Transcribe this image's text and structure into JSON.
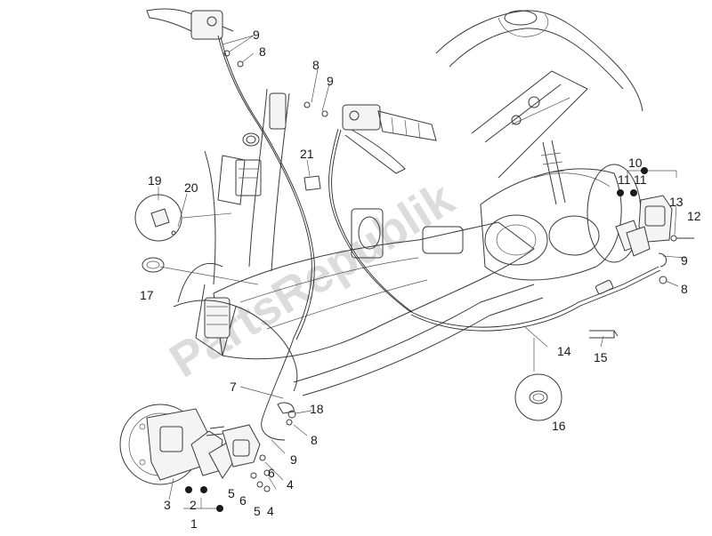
{
  "diagram": {
    "watermark": "PartsRepublik",
    "labels": [
      "1",
      "2",
      "3",
      "4",
      "4",
      "5",
      "5",
      "6",
      "6",
      "7",
      "8",
      "8",
      "8",
      "8",
      "9",
      "9",
      "9",
      "9",
      "10",
      "11",
      "11",
      "12",
      "13",
      "14",
      "15",
      "16",
      "17",
      "18",
      "19",
      "20",
      "21"
    ]
  }
}
